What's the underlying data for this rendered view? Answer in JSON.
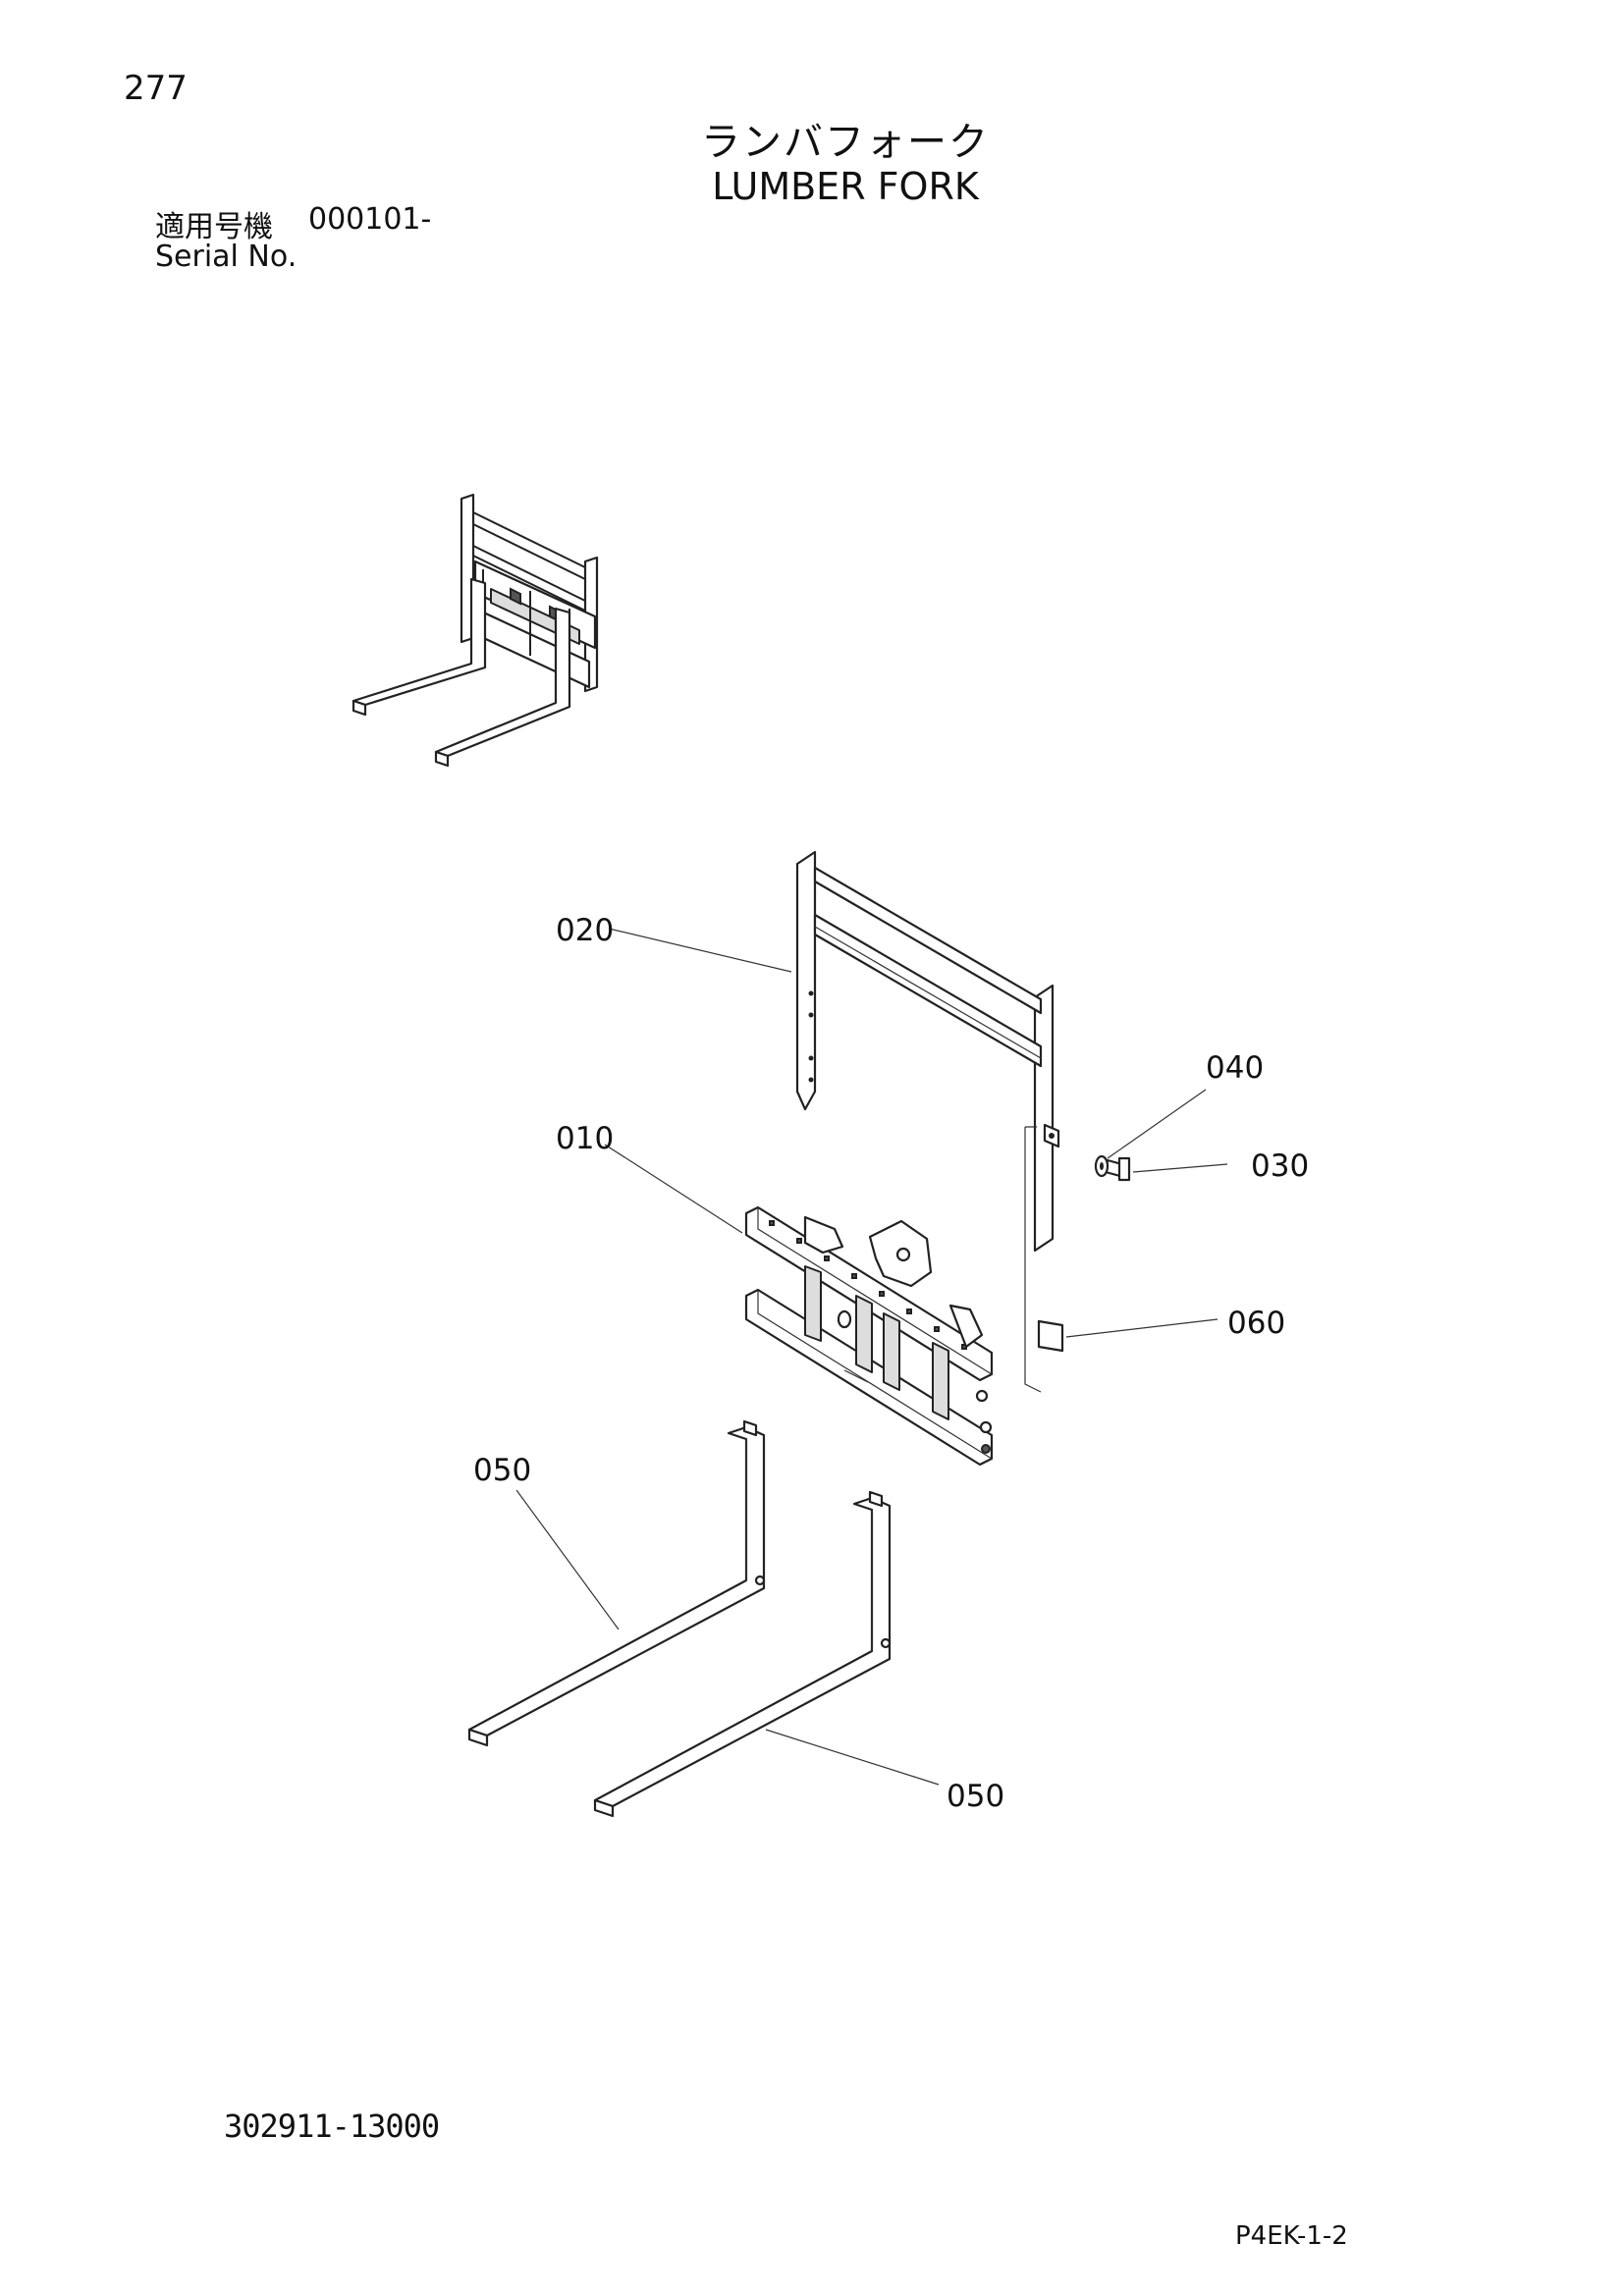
{
  "page_number": "277",
  "title_jp": "ランバフォーク",
  "title_en": "LUMBER FORK",
  "serial_label_jp": "適用号機",
  "serial_value": "000101-",
  "serial_label_en": "Serial No.",
  "callouts": {
    "c020": "020",
    "c040": "040",
    "c010": "010",
    "c030": "030",
    "c060": "060",
    "c050a": "050",
    "c050b": "050"
  },
  "drawing_number": "302911-13000",
  "page_code": "P4EK-1-2"
}
